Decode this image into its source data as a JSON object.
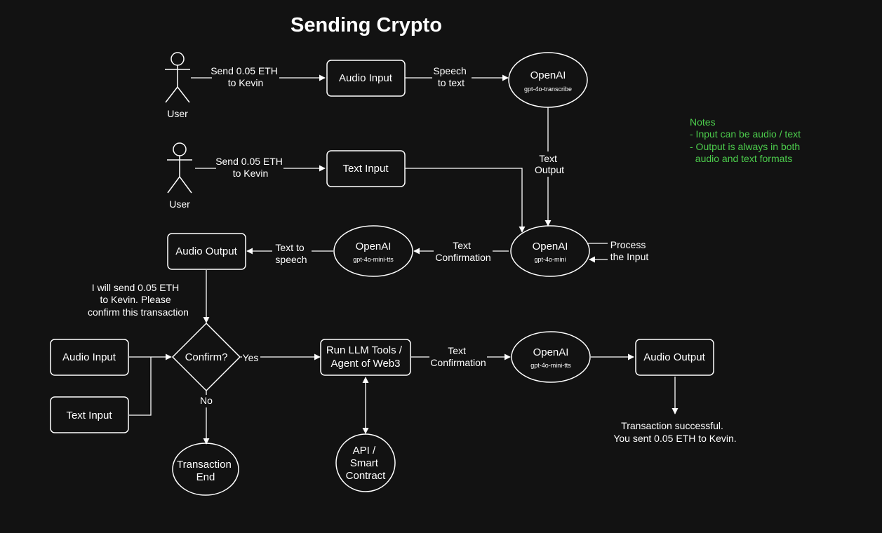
{
  "title": "Sending Crypto",
  "actors": {
    "user1": "User",
    "user2": "User"
  },
  "nodes": {
    "audio_input_top": "Audio Input",
    "text_input_top": "Text Input",
    "openai_transcribe": {
      "title": "OpenAI",
      "model": "gpt-4o-transcribe"
    },
    "openai_mini": {
      "title": "OpenAI",
      "model": "gpt-4o-mini"
    },
    "openai_tts_1": {
      "title": "OpenAI",
      "model": "gpt-4o-mini-tts"
    },
    "audio_output_1": "Audio Output",
    "confirm": "Confirm?",
    "audio_input_bottom": "Audio Input",
    "text_input_bottom": "Text Input",
    "run_llm_tools": [
      "Run LLM Tools /",
      "Agent of Web3"
    ],
    "openai_tts_2": {
      "title": "OpenAI",
      "model": "gpt-4o-mini-tts"
    },
    "audio_output_2": "Audio Output",
    "transaction_end": [
      "Transaction",
      "End"
    ],
    "api_contract": [
      "API /",
      "Smart",
      "Contract"
    ]
  },
  "edge_labels": {
    "user1_to_audio": [
      "Send 0.05 ETH",
      "to Kevin"
    ],
    "user2_to_text": [
      "Send 0.05 ETH",
      "to Kevin"
    ],
    "speech_to_text": [
      "Speech",
      "to text"
    ],
    "text_output": [
      "Text",
      "Output"
    ],
    "process_input": [
      "Process",
      "the Input"
    ],
    "text_confirmation_1": [
      "Text",
      "Confirmation"
    ],
    "text_to_speech": [
      "Text to",
      "speech"
    ],
    "confirm_message": [
      "I will send 0.05 ETH",
      "to Kevin. Please",
      "confirm this transaction"
    ],
    "yes": "Yes",
    "no": "No",
    "text_confirmation_2": [
      "Text",
      "Confirmation"
    ],
    "success_message": [
      "Transaction successful.",
      "You sent 0.05 ETH to Kevin."
    ]
  },
  "notes": {
    "heading": "Notes",
    "lines": [
      "- Input can be audio / text",
      "- Output is always in both",
      "  audio and text formats"
    ]
  },
  "colors": {
    "background": "#121212",
    "foreground": "#ffffff",
    "notes": "#4ccc4c"
  }
}
